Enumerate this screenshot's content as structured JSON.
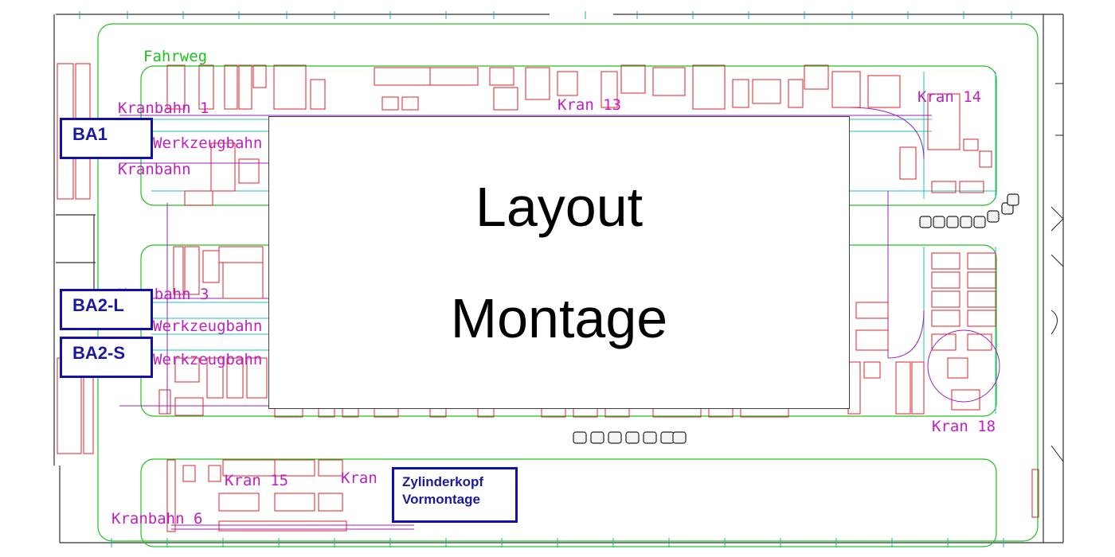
{
  "overlay": {
    "line1": "Layout",
    "line2": "Montage"
  },
  "area_boxes": {
    "ba1": "BA1",
    "ba2l": "BA2-L",
    "ba2s": "BA2-S",
    "zylinderkopf_line1": "Zylinderkopf",
    "zylinderkopf_line2": "Vormontage"
  },
  "cad_labels": {
    "fahrweg": "Fahrweg",
    "kranbahn1": "Kranbahn 1",
    "werkzeugbahn1": "Werkzeugbahn",
    "kranbahn2": "Kranbahn",
    "kranbahn3": "Kranbahn 3",
    "werkzeugbahn2": "Werkzeugbahn",
    "werkzeugbahn3": "Werkzeugbahn",
    "kran14": "Kran 14",
    "kran18": "Kran 18",
    "kran15": "Kran 15",
    "kran_small": "Kran",
    "kranbahn6": "Kranbahn 6",
    "kran13": "Kran 13"
  },
  "colors": {
    "equipment": "#e0202a",
    "aisle": "#20c020",
    "crane": "#c020c0",
    "track": "#20c0c0",
    "boxes": "#1a1aa0"
  }
}
